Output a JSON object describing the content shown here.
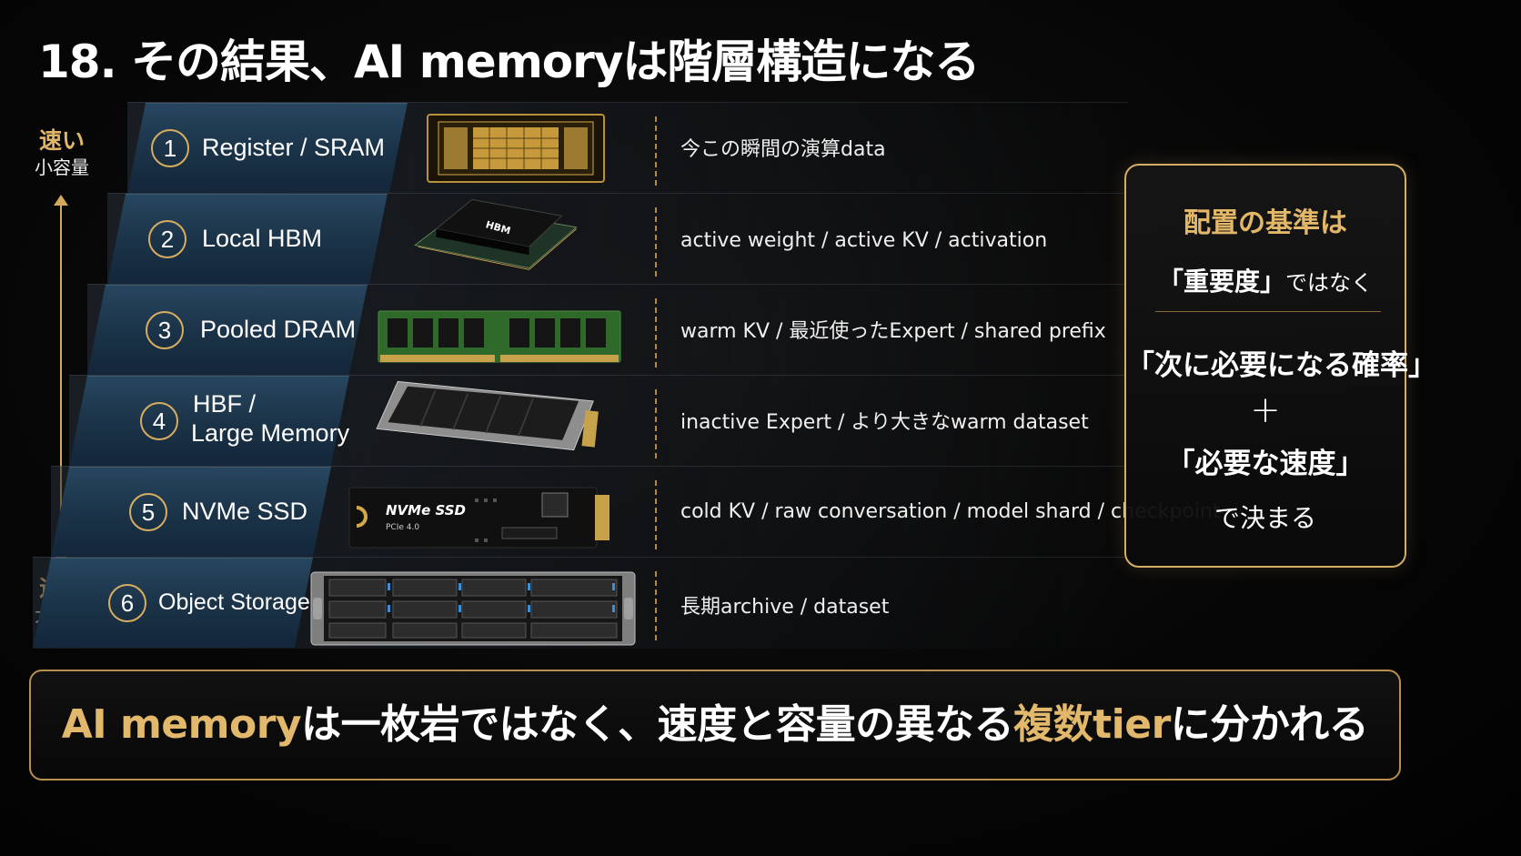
{
  "title": "18. その結果、AI memoryは階層構造になる",
  "axis": {
    "top_speed": "速い",
    "top_capacity": "小容量",
    "bottom_speed": "遅い",
    "bottom_capacity": "大容量"
  },
  "tiers": [
    {
      "num": "1",
      "name": "Register / SRAM",
      "hw": "chip-die-icon",
      "desc": "今この瞬間の演算data"
    },
    {
      "num": "2",
      "name": "Local HBM",
      "hw": "hbm-module-icon",
      "hw_label": "HBM",
      "desc": "active weight / active KV / activation"
    },
    {
      "num": "3",
      "name": "Pooled DRAM",
      "hw": "dram-dimm-icon",
      "desc": "warm KV / 最近使ったExpert / shared prefix"
    },
    {
      "num": "4",
      "name_line1": "HBF /",
      "name_line2": "Large Memory",
      "hw": "hbf-module-icon",
      "desc": "inactive Expert /  より大きなwarm dataset"
    },
    {
      "num": "5",
      "name": "NVMe SSD",
      "hw": "nvme-ssd-icon",
      "hw_label": "NVMe SSD",
      "hw_sublabel": "PCIe 4.0",
      "desc": "cold KV / raw conversation / model shard / checkpoint"
    },
    {
      "num": "6",
      "name": "Object Storage",
      "hw": "storage-server-icon",
      "desc": "長期archive / dataset"
    }
  ],
  "side_box": {
    "heading": "配置の基準は",
    "line1_main": "「重要度」",
    "line1_rest": "ではなく",
    "line2": "「次に必要になる確率」",
    "plus": "+",
    "line3": "「必要な速度」",
    "line4": "で決まる"
  },
  "banner": {
    "part1": "AI memory",
    "part2": "は一枚岩ではなく、速度と容量の異なる",
    "part3": "複数tier",
    "part4": "に分かれる"
  },
  "colors": {
    "accent_gold": "#e2b86c",
    "label_blue": "#1a3247",
    "background": "#060606"
  }
}
